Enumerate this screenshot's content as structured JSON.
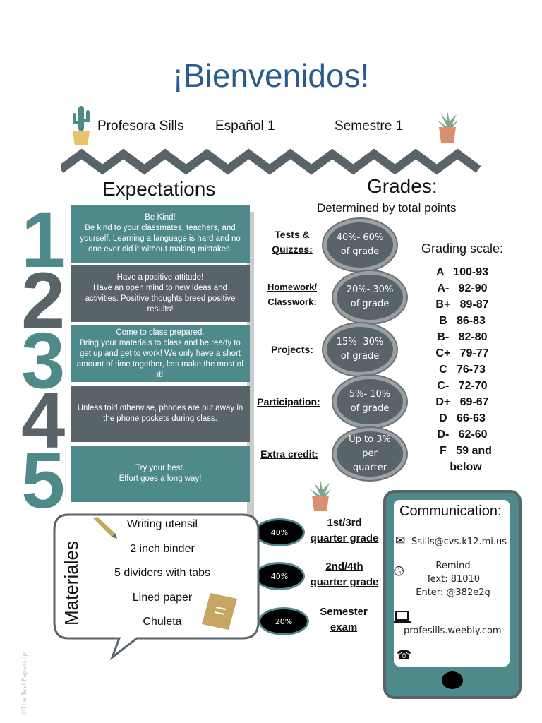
{
  "title": "¡Bienvenidos!",
  "header": {
    "teacher": "Profesora Sills",
    "course": "Español 1",
    "semester": "Semestre 1"
  },
  "expectations": {
    "heading": "Expectations",
    "items": [
      {
        "number": "1",
        "title": "Be Kind!",
        "text": "Be kind to your classmates, teachers, and yourself. Learning a language is hard and no one ever did it without making mistakes."
      },
      {
        "number": "2",
        "title": "Have a positive attitude!",
        "text": "Have an open mind to new ideas and activities. Positive thoughts breed positive results!"
      },
      {
        "number": "3",
        "title": "Come to class prepared.",
        "text": "Bring your materials to class and be ready to get up and get to work! We only have a short amount of time together, lets make the most of it!"
      },
      {
        "number": "4",
        "title": "",
        "text": "Unless told otherwise, phones are put away in the phone pockets during class."
      },
      {
        "number": "5",
        "title": "Try your best.",
        "text": "Effort goes a long way!"
      }
    ]
  },
  "grades": {
    "heading": "Grades:",
    "subheading": "Determined by total points",
    "categories": [
      {
        "label": "Tests & Quizzes:",
        "value": "40%- 60% of grade"
      },
      {
        "label": "Homework/ Classwork:",
        "value": "20%- 30% of grade"
      },
      {
        "label": "Projects:",
        "value": "15%- 30% of grade"
      },
      {
        "label": "Participation:",
        "value": "5%- 10% of grade"
      },
      {
        "label": "Extra credit:",
        "value": "Up to 3% per quarter"
      }
    ],
    "scale_heading": "Grading scale:",
    "scale": [
      "A   100-93",
      "A-   92-90",
      "B+   89-87",
      "B   86-83",
      "B-   82-80",
      "C+   79-77",
      "C   76-73",
      "C-   72-70",
      "D+   69-67",
      "D   66-63",
      "D-   62-60",
      "F   59 and below"
    ],
    "semester": [
      {
        "percent": "40%",
        "label": "1st/3rd quarter grade"
      },
      {
        "percent": "40%",
        "label": "2nd/4th quarter grade"
      },
      {
        "percent": "20%",
        "label": "Semester exam"
      }
    ]
  },
  "materials": {
    "heading": "Materiales",
    "items": [
      "Writing utensil",
      "2 inch binder",
      "5 dividers with tabs",
      "Lined paper",
      "Chuleta"
    ]
  },
  "communication": {
    "heading": "Communication:",
    "email": "Ssills@cvs.k12.mi.us",
    "remind": [
      "Remind",
      "Text: 81010",
      "Enter: @382e2g"
    ],
    "website": "profesills.weebly.com"
  },
  "watermark": "©The Teal Paperclip",
  "colors": {
    "teal": "#4f8a8b",
    "slate": "#58646a",
    "title": "#2a5b8f"
  }
}
